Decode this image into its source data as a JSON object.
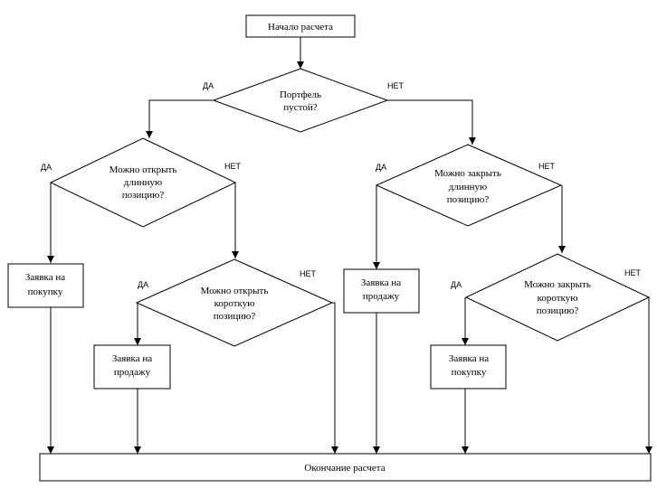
{
  "start": "Начало расчета",
  "end": "Окончание расчета",
  "yes": "ДА",
  "no": "НЕТ",
  "d_top": [
    "Портфель",
    "пустой?"
  ],
  "d_open_long": [
    "Можно открыть",
    "длинную",
    "позицию?"
  ],
  "d_close_long": [
    "Можно закрыть",
    "длинную",
    "позицию?"
  ],
  "d_open_short": [
    "Можно открыть",
    "короткую",
    "позицию?"
  ],
  "d_close_short": [
    "Можно закрыть",
    "короткую",
    "позицию?"
  ],
  "b_buy_1": [
    "Заявка на",
    "покупку"
  ],
  "b_sell_1": [
    "Заявка на",
    "продажу"
  ],
  "b_sell_2": [
    "Заявка на",
    "продажу"
  ],
  "b_buy_2": [
    "Заявка на",
    "покупку"
  ]
}
